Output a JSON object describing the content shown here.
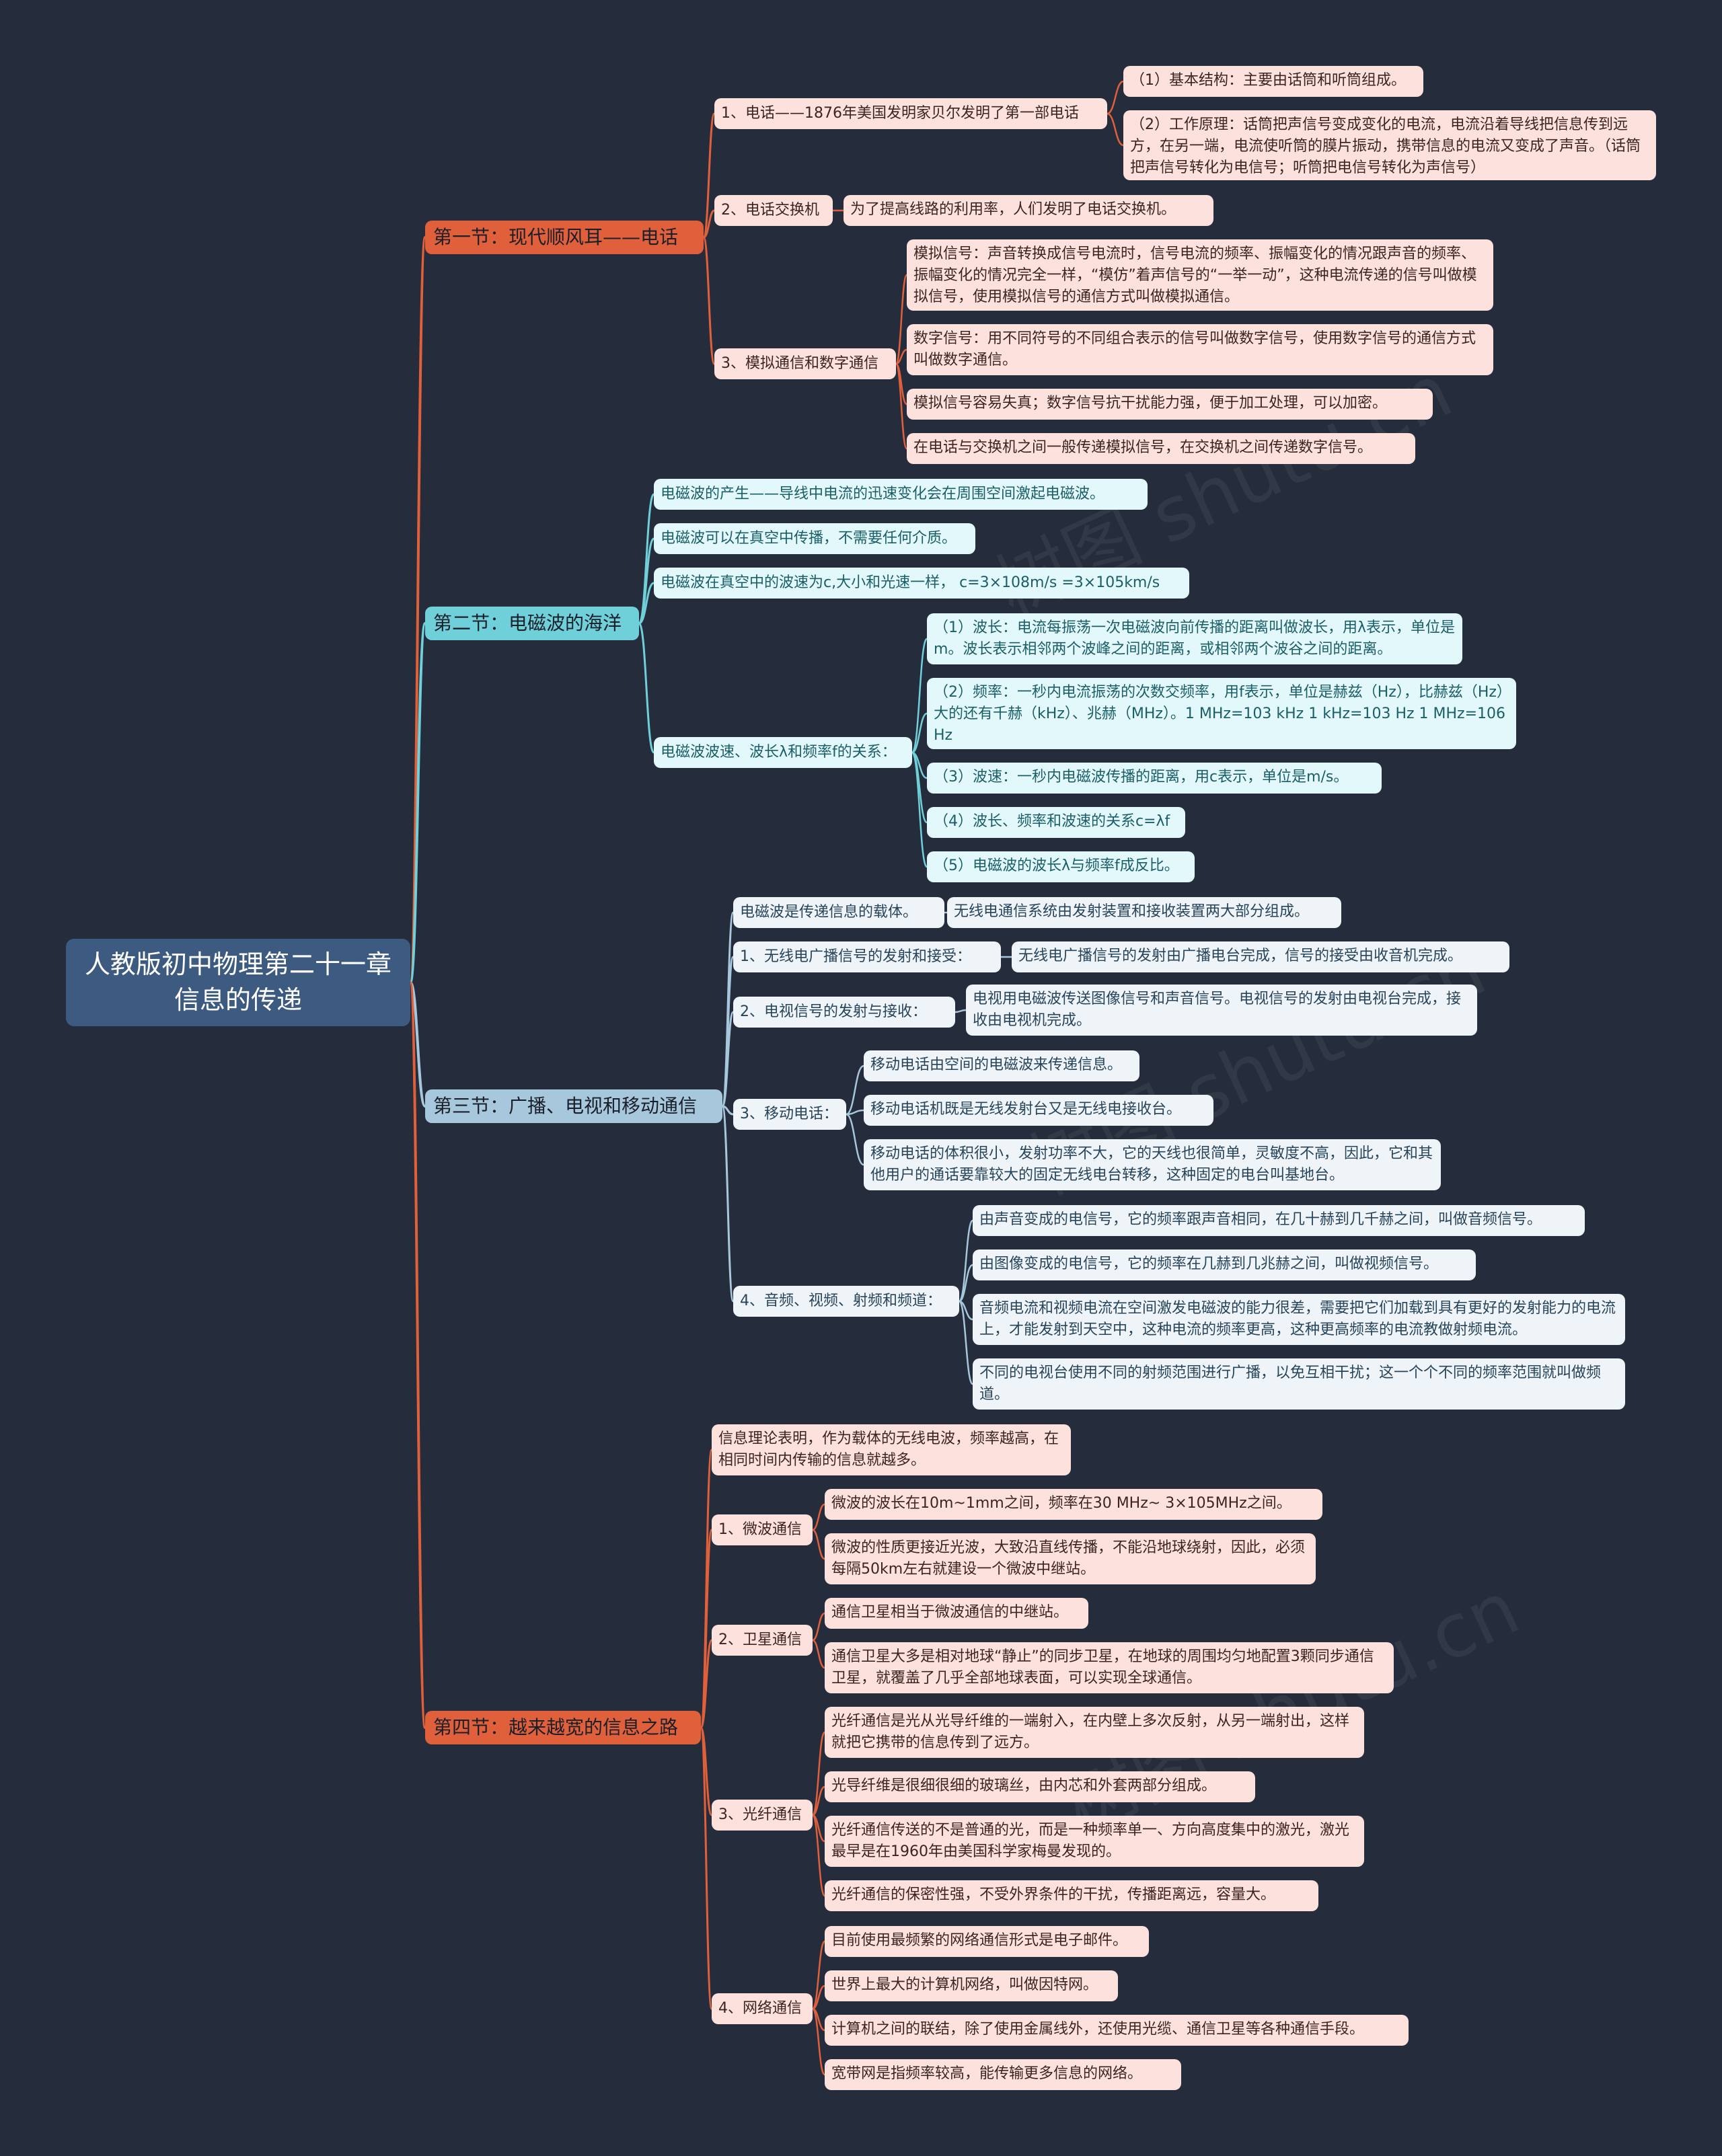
{
  "title": "人教版初中物理第二十一章\n信息的传递",
  "colors": {
    "background": "#252c3b",
    "root": "#3d5a80",
    "branch1": "#e0603b",
    "branch2": "#6fd0da",
    "branch3": "#a7c7dc",
    "branch4": "#e0603b"
  },
  "watermark": "树图 shutu.cn",
  "sections": [
    {
      "label": "第一节：现代顺风耳——电话",
      "items": [
        {
          "label": "1、电话——1876年美国发明家贝尔发明了第一部电话",
          "children": [
            "（1）基本结构：主要由话筒和听筒组成。",
            "（2）工作原理：话筒把声信号变成变化的电流，电流沿着导线把信息传到远方，在另一端，电流使听筒的膜片振动，携带信息的电流又变成了声音。（话筒把声信号转化为电信号；听筒把电信号转化为声信号）"
          ]
        },
        {
          "label": "2、电话交换机",
          "children": [
            "为了提高线路的利用率，人们发明了电话交换机。"
          ]
        },
        {
          "label": "3、模拟通信和数字通信",
          "children": [
            "模拟信号：声音转换成信号电流时，信号电流的频率、振幅变化的情况跟声音的频率、振幅变化的情况完全一样，“模仿”着声信号的“一举一动”，这种电流传递的信号叫做模拟信号，使用模拟信号的通信方式叫做模拟通信。",
            "数字信号：用不同符号的不同组合表示的信号叫做数字信号，使用数字信号的通信方式叫做数字通信。",
            "模拟信号容易失真；数字信号抗干扰能力强，便于加工处理，可以加密。",
            "在电话与交换机之间一般传递模拟信号，在交换机之间传递数字信号。"
          ]
        }
      ]
    },
    {
      "label": "第二节：电磁波的海洋",
      "items": [
        {
          "label": "电磁波的产生——导线中电流的迅速变化会在周围空间激起电磁波。",
          "children": []
        },
        {
          "label": "电磁波可以在真空中传播，不需要任何介质。",
          "children": []
        },
        {
          "label": "电磁波在真空中的波速为c,大小和光速一样，   c=3×108m/s =3×105km/s",
          "children": []
        },
        {
          "label": "电磁波波速、波长λ和频率f的关系：",
          "children": [
            "（1）波长：电流每振荡一次电磁波向前传播的距离叫做波长，用λ表示，单位是m。波长表示相邻两个波峰之间的距离，或相邻两个波谷之间的距离。",
            "（2）频率：一秒内电流振荡的次数交频率，用f表示，单位是赫兹（Hz），比赫兹（Hz）大的还有千赫（kHz）、兆赫（MHz）。1 MHz=103 kHz   1 kHz=103 Hz   1 MHz=106 Hz",
            "（3）波速：一秒内电磁波传播的距离，用c表示，单位是m/s。",
            "（4）波长、频率和波速的关系c=λf",
            "（5）电磁波的波长λ与频率f成反比。"
          ]
        }
      ]
    },
    {
      "label": "第三节：广播、电视和移动通信",
      "items": [
        {
          "label": "电磁波是传递信息的载体。",
          "children": [
            "无线电通信系统由发射装置和接收装置两大部分组成。"
          ]
        },
        {
          "label": "1、无线电广播信号的发射和接受：",
          "children": [
            "无线电广播信号的发射由广播电台完成，信号的接受由收音机完成。"
          ]
        },
        {
          "label": "2、电视信号的发射与接收：",
          "children": [
            "电视用电磁波传送图像信号和声音信号。电视信号的发射由电视台完成，接收由电视机完成。"
          ]
        },
        {
          "label": "3、移动电话：",
          "children": [
            "移动电话由空间的电磁波来传递信息。",
            "移动电话机既是无线发射台又是无线电接收台。",
            "移动电话的体积很小，发射功率不大，它的天线也很简单，灵敏度不高，因此，它和其他用户的通话要靠较大的固定无线电台转移，这种固定的电台叫基地台。"
          ]
        },
        {
          "label": "4、音频、视频、射频和频道：",
          "children": [
            "由声音变成的电信号，它的频率跟声音相同，在几十赫到几千赫之间，叫做音频信号。",
            "由图像变成的电信号，它的频率在几赫到几兆赫之间，叫做视频信号。",
            "音频电流和视频电流在空间激发电磁波的能力很差，需要把它们加载到具有更好的发射能力的电流上，才能发射到天空中，这种电流的频率更高，这种更高频率的电流教做射频电流。",
            "不同的电视台使用不同的射频范围进行广播，以免互相干扰；这一个个不同的频率范围就叫做频道。"
          ]
        }
      ]
    },
    {
      "label": "第四节：越来越宽的信息之路",
      "items": [
        {
          "label": "信息理论表明，作为载体的无线电波，频率越高，在相同时间内传输的信息就越多。",
          "children": []
        },
        {
          "label": "1、微波通信",
          "children": [
            "微波的波长在10m~1mm之间，频率在30 MHz~ 3×105MHz之间。",
            "微波的性质更接近光波，大致沿直线传播，不能沿地球绕射，因此，必须每隔50km左右就建设一个微波中继站。"
          ]
        },
        {
          "label": "2、卫星通信",
          "children": [
            "通信卫星相当于微波通信的中继站。",
            "通信卫星大多是相对地球“静止”的同步卫星，在地球的周围均匀地配置3颗同步通信卫星，就覆盖了几乎全部地球表面，可以实现全球通信。"
          ]
        },
        {
          "label": "3、光纤通信",
          "children": [
            "光纤通信是光从光导纤维的一端射入，在内壁上多次反射，从另一端射出，这样就把它携带的信息传到了远方。",
            "光导纤维是很细很细的玻璃丝，由内芯和外套两部分组成。",
            "光纤通信传送的不是普通的光，而是一种频率单一、方向高度集中的激光，激光最早是在1960年由美国科学家梅曼发现的。",
            "光纤通信的保密性强，不受外界条件的干扰，传播距离远，容量大。"
          ]
        },
        {
          "label": "4、网络通信",
          "children": [
            "目前使用最频繁的网络通信形式是电子邮件。",
            "世界上最大的计算机网络，叫做因特网。",
            "计算机之间的联结，除了使用金属线外，还使用光缆、通信卫星等各种通信手段。",
            "宽带网是指频率较高，能传输更多信息的网络。"
          ]
        }
      ]
    }
  ]
}
